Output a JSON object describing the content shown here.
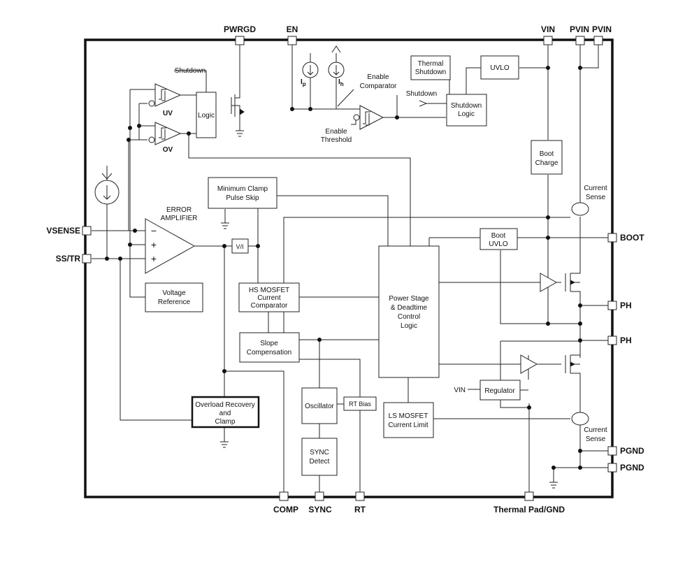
{
  "pins": {
    "pwrgd": "PWRGD",
    "en": "EN",
    "vin": "VIN",
    "pvin1": "PVIN",
    "pvin2": "PVIN",
    "vsense": "VSENSE",
    "sstr": "SS/TR",
    "boot": "BOOT",
    "ph1": "PH",
    "ph2": "PH",
    "pgnd1": "PGND",
    "pgnd2": "PGND",
    "comp": "COMP",
    "sync": "SYNC",
    "rt": "RT",
    "thermal_pad": "Thermal Pad/GND"
  },
  "blocks": {
    "logic": "Logic",
    "thermal_shutdown": [
      "Thermal",
      "Shutdown"
    ],
    "uvlo": "UVLO",
    "shutdown_logic": [
      "Shutdown",
      "Logic"
    ],
    "boot_charge": [
      "Boot",
      "Charge"
    ],
    "min_clamp": [
      "Minimum Clamp",
      "Pulse Skip"
    ],
    "boot_uvlo": [
      "Boot",
      "UVLO"
    ],
    "vi": "V/I",
    "hs_comp": [
      "HS MOSFET",
      "Current",
      "Comparator"
    ],
    "voltage_ref": [
      "Voltage",
      "Reference"
    ],
    "power_stage": [
      "Power Stage",
      "& Deadtime",
      "Control",
      "Logic"
    ],
    "slope_comp": [
      "Slope",
      "Compensation"
    ],
    "oscillator": "Oscillator",
    "rt_bias": "RT Bias",
    "regulator": "Regulator",
    "overload": [
      "Overload Recovery",
      "and",
      "Clamp"
    ],
    "ls_limit": [
      "LS MOSFET",
      "Current Limit"
    ],
    "sync_detect": [
      "SYNC",
      "Detect"
    ]
  },
  "labels": {
    "shutdown_top": "Shutdown",
    "uv": "UV",
    "ov": "OV",
    "ip_main": "I",
    "ip_sub": "p",
    "ih_main": "I",
    "ih_sub": "h",
    "enable_comparator": [
      "Enable",
      "Comparator"
    ],
    "shutdown_arrow": "Shutdown",
    "enable_threshold": [
      "Enable",
      "Threshold"
    ],
    "error_amp": [
      "ERROR",
      "AMPLIFIER"
    ],
    "current_sense_top": [
      "Current",
      "Sense"
    ],
    "current_sense_bottom": [
      "Current",
      "Sense"
    ],
    "vin_regulator": "VIN",
    "amp_minus": "−",
    "amp_plus1": "+",
    "amp_plus2": "+"
  }
}
